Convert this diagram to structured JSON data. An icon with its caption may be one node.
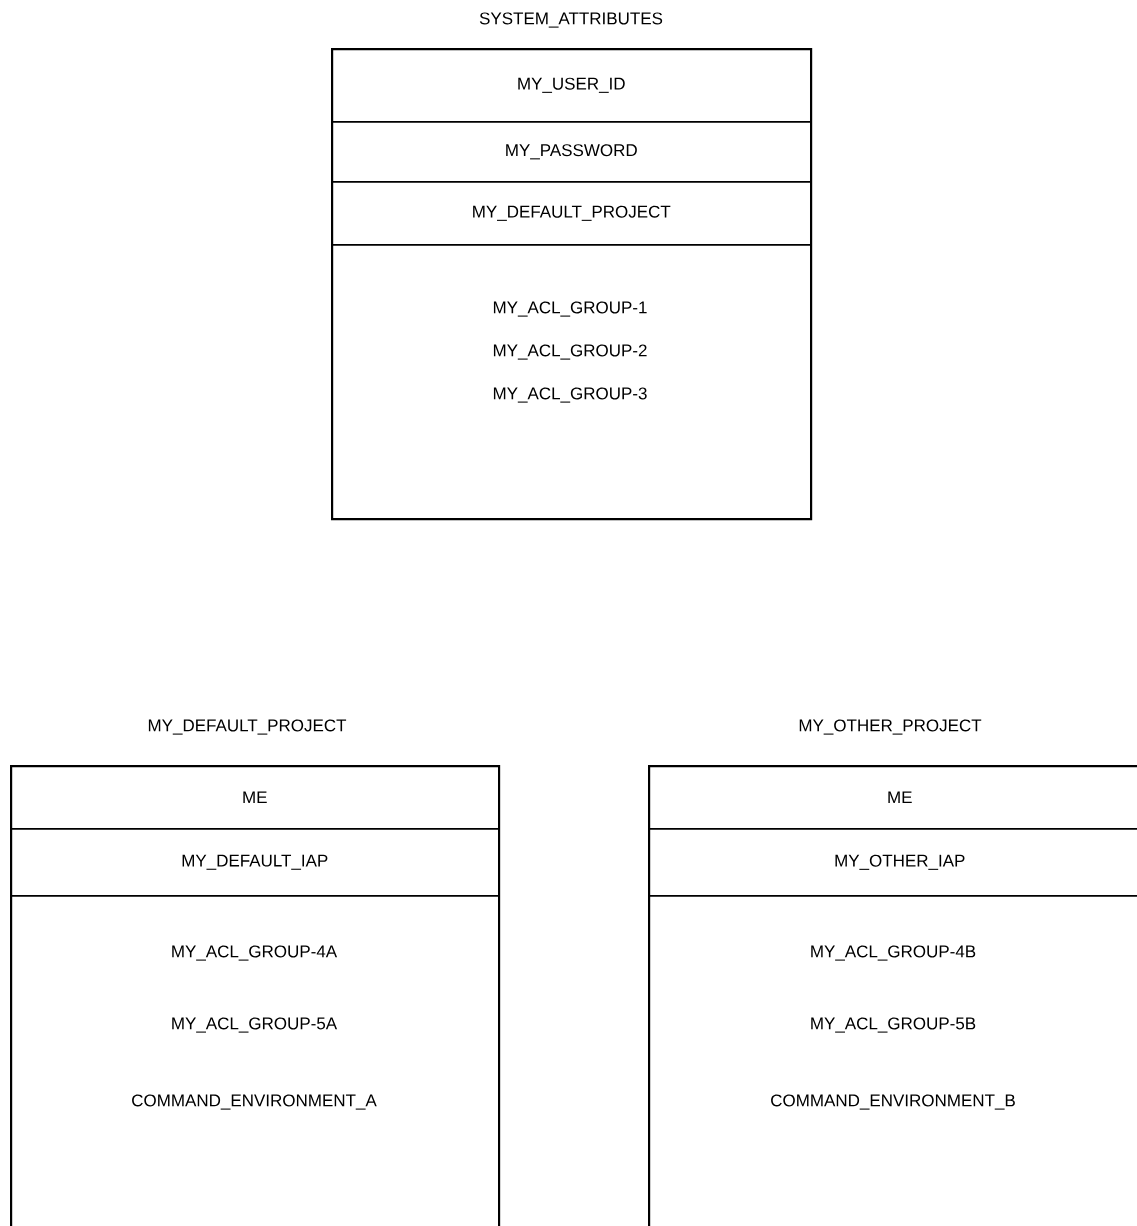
{
  "diagram": {
    "nodes": [
      {
        "text": [
          "SYSTEM_ATTRIBUTES"
        ]
      },
      {
        "text": [
          "MY_USER_ID"
        ],
        "in": 0
      },
      {
        "text": [
          "MY_PASSWORD"
        ],
        "in": 0
      },
      {
        "text": [
          "MY_DEFAULT_PROJECT"
        ],
        "in": 0
      },
      {
        "text": [
          "MY_ACL_GROUP-1",
          "MY_ACL_GROUP-2",
          "MY_ACL_GROUP-3"
        ],
        "in": 0
      },
      {
        "text": [
          "MY_DEFAULT_PROJECT"
        ]
      },
      {
        "text": [
          "ME"
        ],
        "in": 5
      },
      {
        "text": [
          "MY_DEFAULT_IAP"
        ],
        "in": 5
      },
      {
        "text": [
          "MY_ACL_GROUP-4A",
          "MY_ACL_GROUP-5A",
          "COMMAND_ENVIRONMENT_A"
        ],
        "in": 5
      },
      {
        "text": [
          "MY_OTHER_PROJECT"
        ]
      },
      {
        "text": [
          "ME"
        ],
        "in": 9
      },
      {
        "text": [
          "MY_OTHER_IAP"
        ],
        "in": 9
      },
      {
        "text": [
          "MY_ACL_GROUP-4B",
          "MY_ACL_GROUP-5B",
          "COMMAND_ENVIRONMENT_B"
        ],
        "in": 9
      }
    ]
  }
}
